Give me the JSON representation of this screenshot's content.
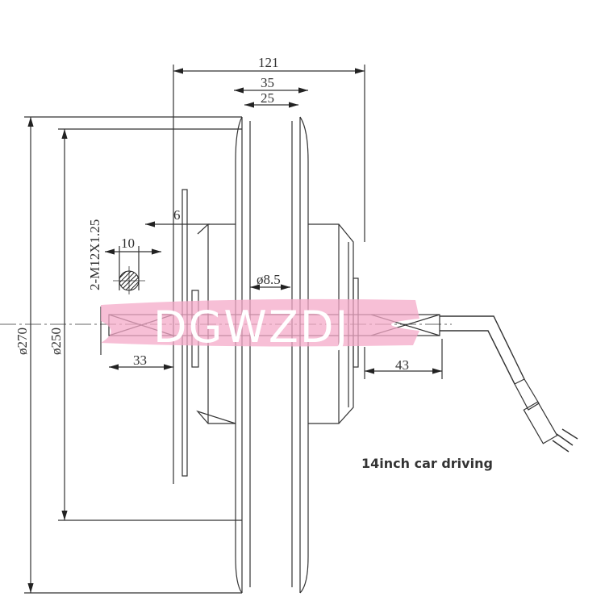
{
  "dimensions": {
    "overall_width": "121",
    "rim_width": "35",
    "rim_inner_width": "25",
    "outer_diameter": "ø270",
    "rim_diameter": "ø250",
    "disc_thickness": "6",
    "flat_width": "10",
    "thread": "2-M12X1.25",
    "bore": "ø8.5",
    "left_axle": "33",
    "right_axle": "43"
  },
  "watermark": "DGWZDJ",
  "caption": "14inch car driving"
}
